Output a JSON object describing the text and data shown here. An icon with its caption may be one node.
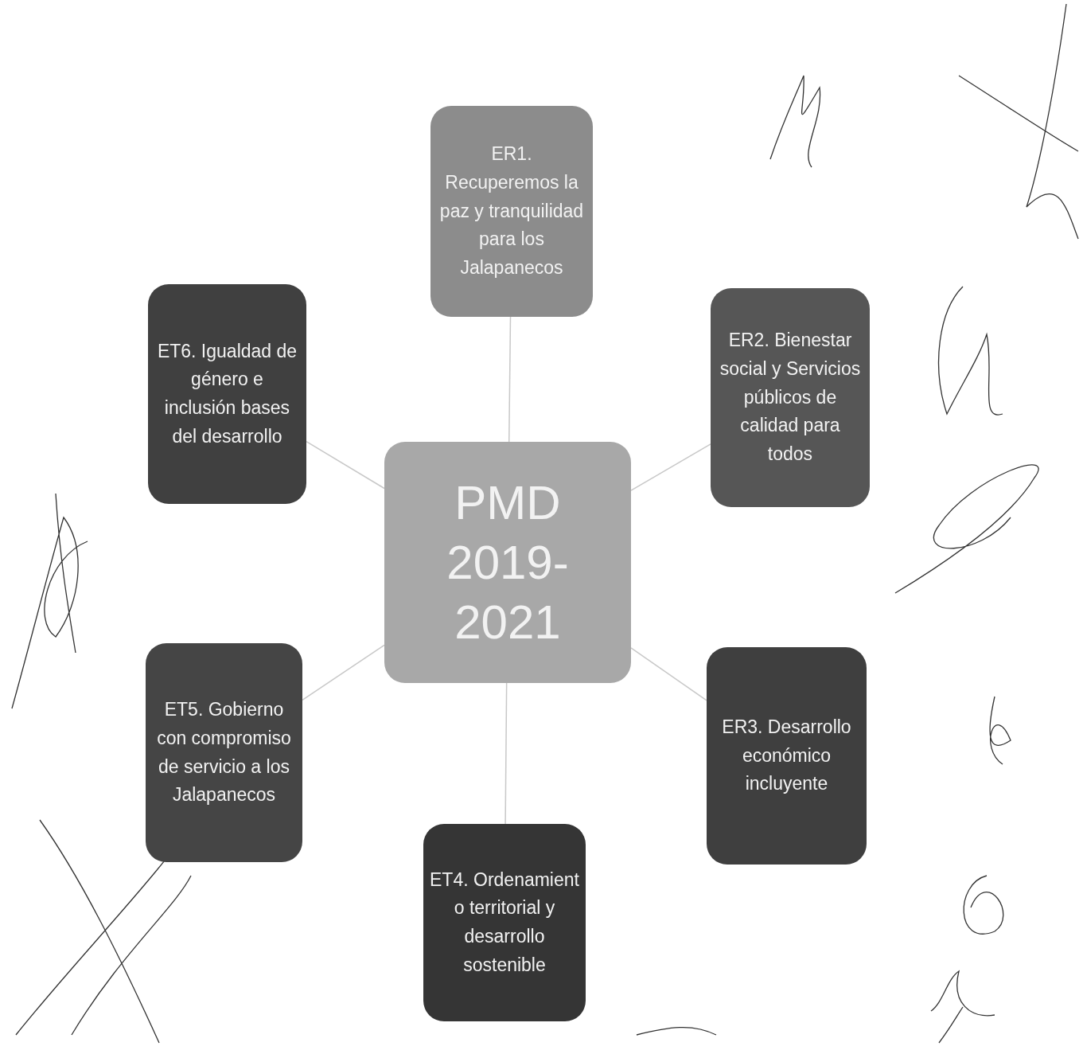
{
  "diagram": {
    "nodes": [
      {
        "text": [
          "PMD 2019-2021"
        ]
      },
      {
        "text": [
          "ER1. Recuperemos la paz y tranquilidad para los Jalapanecos"
        ]
      },
      {
        "text": [
          "ER2. Bienestar social y Servicios públicos de calidad para todos"
        ]
      },
      {
        "text": [
          "ER3. Desarrollo económico incluyente"
        ]
      },
      {
        "text": [
          "ET4. Ordenamient o territorial y desarrollo sostenible"
        ]
      },
      {
        "text": [
          "ET5. Gobierno con compromiso de servicio a los Jalapanecos"
        ]
      },
      {
        "text": [
          "ET6. Igualdad de género e inclusión bases del desarrollo"
        ]
      }
    ],
    "edges": [
      {
        "from": 0,
        "to": 1,
        "arrow": "none"
      },
      {
        "from": 0,
        "to": 2,
        "arrow": "none"
      },
      {
        "from": 0,
        "to": 3,
        "arrow": "none"
      },
      {
        "from": 0,
        "to": 4,
        "arrow": "none"
      },
      {
        "from": 0,
        "to": 5,
        "arrow": "none"
      },
      {
        "from": 0,
        "to": 6,
        "arrow": "none"
      }
    ]
  }
}
